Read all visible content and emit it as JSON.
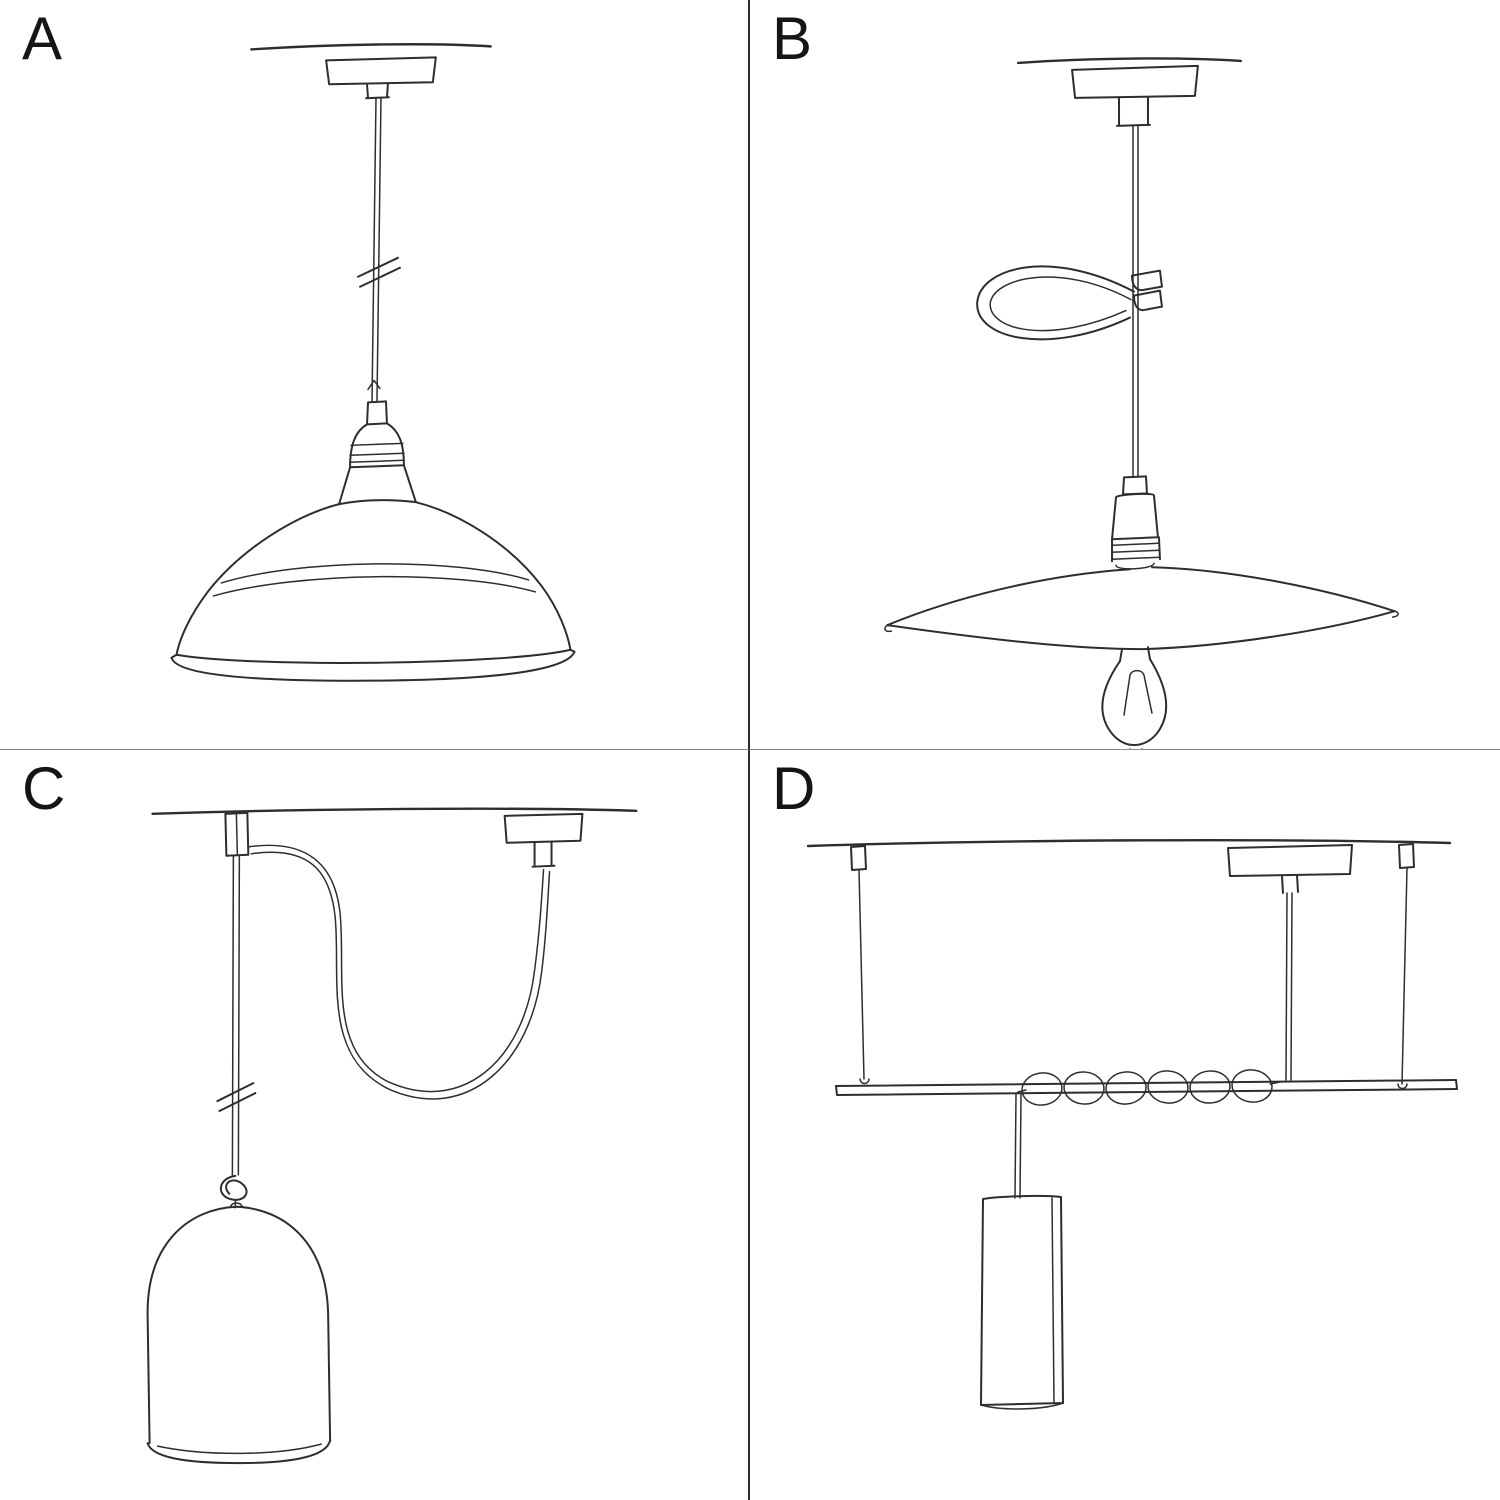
{
  "diagram": {
    "title_hint": "pendant-lamp-mounting-options",
    "colors": {
      "background": "#ffffff",
      "line": "#2e2e2e",
      "vertical_divider": "#2b2b2b",
      "horizontal_divider": "#8a8a8a",
      "label": "#151515"
    },
    "panels": [
      {
        "label": "A",
        "name": "pendant-with-bowl-bistro-shade"
      },
      {
        "label": "B",
        "name": "pendant-with-swag-hook-flat-plate-shade-and-bulb"
      },
      {
        "label": "C",
        "name": "decentralized-swag-pendant-with-bell-shade"
      },
      {
        "label": "D",
        "name": "pendant-with-suspension-bar-coiled-cord-and-tube-shade"
      }
    ]
  }
}
